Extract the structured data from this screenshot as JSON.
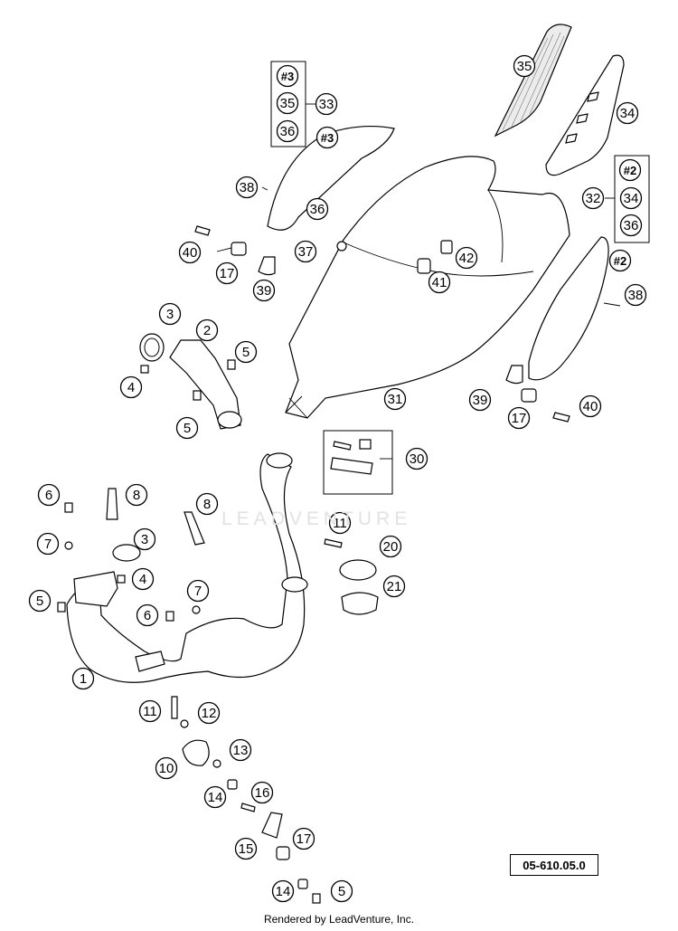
{
  "diagram_ref": "05-610.05.0",
  "watermark": "LEADVENTURE",
  "footer": "Rendered by LeadVenture, Inc.",
  "callouts": [
    {
      "label": "35"
    },
    {
      "label": "#3"
    },
    {
      "label": "35"
    },
    {
      "label": "33"
    },
    {
      "label": "36"
    },
    {
      "label": "#3"
    },
    {
      "label": "34"
    },
    {
      "label": "#2"
    },
    {
      "label": "32"
    },
    {
      "label": "34"
    },
    {
      "label": "36"
    },
    {
      "label": "#2"
    },
    {
      "label": "38"
    },
    {
      "label": "36"
    },
    {
      "label": "40"
    },
    {
      "label": "37"
    },
    {
      "label": "42"
    },
    {
      "label": "17"
    },
    {
      "label": "41"
    },
    {
      "label": "39"
    },
    {
      "label": "38"
    },
    {
      "label": "3"
    },
    {
      "label": "2"
    },
    {
      "label": "5"
    },
    {
      "label": "4"
    },
    {
      "label": "31"
    },
    {
      "label": "39"
    },
    {
      "label": "40"
    },
    {
      "label": "5"
    },
    {
      "label": "17"
    },
    {
      "label": "30"
    },
    {
      "label": "6"
    },
    {
      "label": "8"
    },
    {
      "label": "8"
    },
    {
      "label": "11"
    },
    {
      "label": "7"
    },
    {
      "label": "3"
    },
    {
      "label": "20"
    },
    {
      "label": "4"
    },
    {
      "label": "7"
    },
    {
      "label": "5"
    },
    {
      "label": "21"
    },
    {
      "label": "6"
    },
    {
      "label": "1"
    },
    {
      "label": "11"
    },
    {
      "label": "12"
    },
    {
      "label": "13"
    },
    {
      "label": "10"
    },
    {
      "label": "16"
    },
    {
      "label": "14"
    },
    {
      "label": "17"
    },
    {
      "label": "15"
    },
    {
      "label": "14"
    },
    {
      "label": "5"
    }
  ]
}
